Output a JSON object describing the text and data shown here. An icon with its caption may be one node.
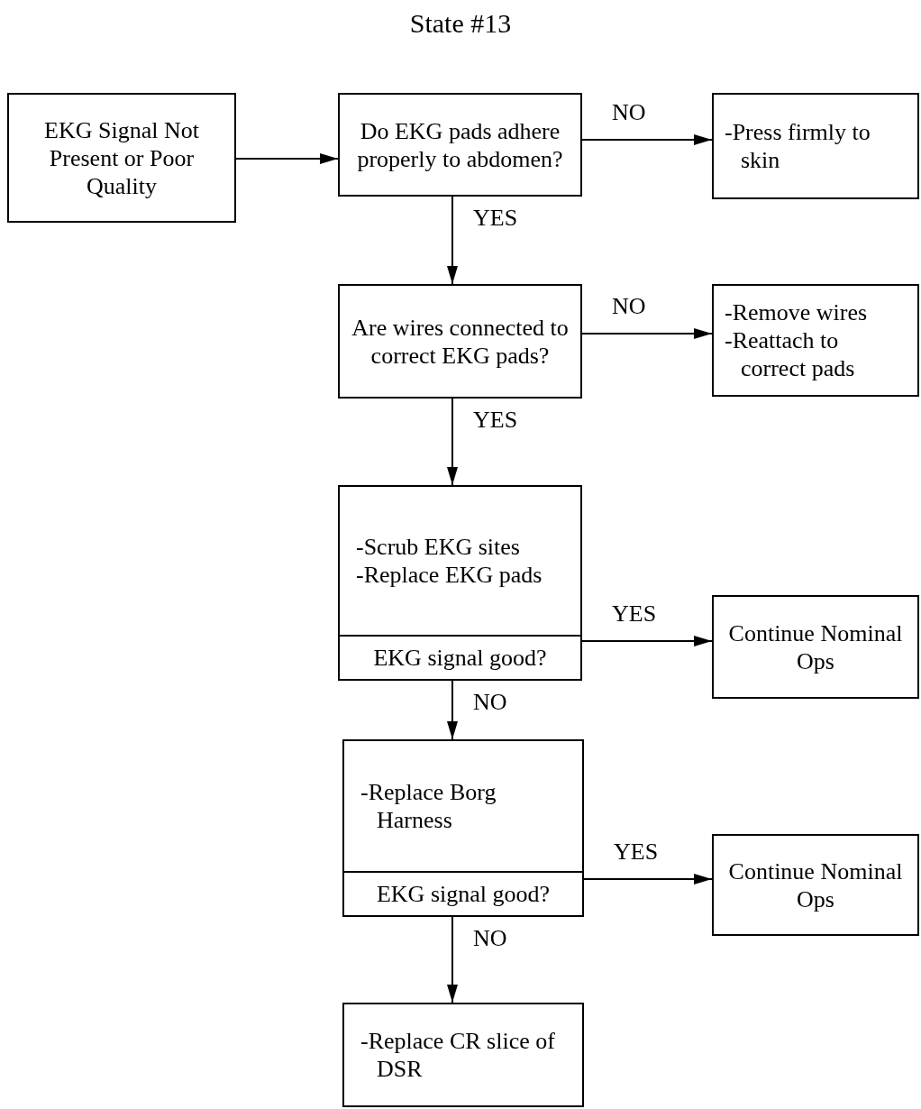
{
  "diagram": {
    "title": "State #13",
    "nodes": [
      {
        "text": [
          "EKG Signal Not Present or Poor Quality"
        ]
      },
      {
        "text": [
          "Do EKG pads adhere properly to abdomen?"
        ]
      },
      {
        "text": [
          "-Press firmly to skin"
        ]
      },
      {
        "text": [
          "Are wires connected to correct EKG pads?"
        ]
      },
      {
        "text": [
          "-Remove wires",
          "-Reattach to correct pads"
        ]
      },
      {
        "text": [
          "-Scrub EKG sites",
          "-Replace EKG pads",
          "EKG signal good?"
        ]
      },
      {
        "text": [
          "Continue Nominal Ops"
        ]
      },
      {
        "text": [
          "-Replace Borg Harness",
          "EKG signal good?"
        ]
      },
      {
        "text": [
          "Continue Nominal Ops"
        ]
      },
      {
        "text": [
          "-Replace CR slice of DSR"
        ]
      }
    ],
    "edges": [
      {
        "from": 0,
        "to": 1,
        "arrow": "to"
      },
      {
        "from": 1,
        "to": 2,
        "arrow": "to",
        "label": "NO"
      },
      {
        "from": 1,
        "to": 3,
        "arrow": "to",
        "label": "YES"
      },
      {
        "from": 3,
        "to": 4,
        "arrow": "to",
        "label": "NO"
      },
      {
        "from": 3,
        "to": 5,
        "arrow": "to",
        "label": "YES"
      },
      {
        "from": 5,
        "to": 6,
        "arrow": "to",
        "label": "YES"
      },
      {
        "from": 5,
        "to": 7,
        "arrow": "to",
        "label": "NO"
      },
      {
        "from": 7,
        "to": 8,
        "arrow": "to",
        "label": "YES"
      },
      {
        "from": 7,
        "to": 9,
        "arrow": "to",
        "label": "NO"
      }
    ]
  }
}
